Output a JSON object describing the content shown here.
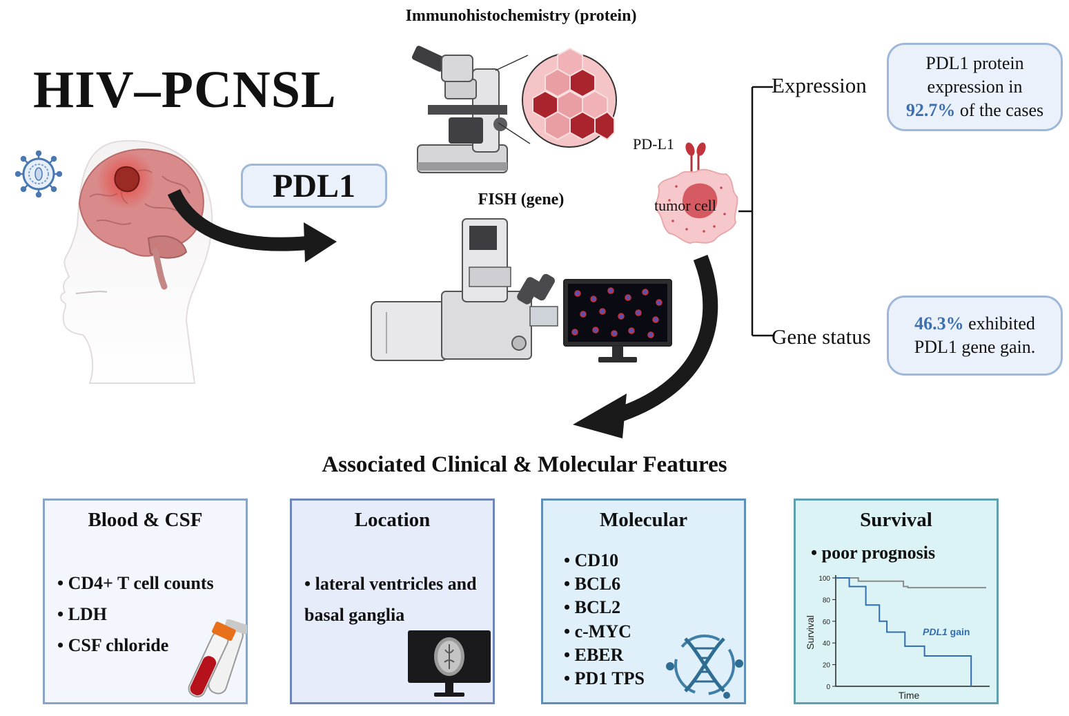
{
  "title": "HIV–PCNSL",
  "central_marker": "PDL1",
  "methods": {
    "ihc_label": "Immunohistochemistry (protein)",
    "fish_label": "FISH (gene)"
  },
  "cell": {
    "marker_label": "PD-L1",
    "cell_label": "tumor cell"
  },
  "expression": {
    "label": "Expression",
    "line1": "PDL1 protein",
    "line2": "expression in",
    "percent": "92.7%",
    "line3_rest": " of the cases"
  },
  "gene_status": {
    "label": "Gene status",
    "percent": "46.3%",
    "line1_rest": " exhibited",
    "line2": "PDL1 gene gain."
  },
  "features_title": "Associated Clinical & Molecular Features",
  "panels": {
    "blood": {
      "title": "Blood & CSF",
      "items": [
        "• CD4+ T cell counts",
        "• LDH",
        "• CSF chloride"
      ]
    },
    "location": {
      "title": "Location",
      "items": [
        "• lateral ventricles and",
        "basal ganglia"
      ]
    },
    "molecular": {
      "title": "Molecular",
      "items": [
        "• CD10",
        "• BCL6",
        "• BCL2",
        "• c-MYC",
        "• EBER",
        "• PD1 TPS"
      ]
    },
    "survival": {
      "title": "Survival",
      "items": [
        "• poor prognosis"
      ]
    }
  },
  "chart_data": {
    "type": "line",
    "xlabel": "Time",
    "ylabel": "Survival",
    "ylim": [
      0,
      100
    ],
    "yticks": [
      "0",
      "20",
      "40",
      "60",
      "80",
      "100"
    ],
    "series": [
      {
        "name": "",
        "color": "#8a8a8a",
        "x": [
          0,
          15,
          15,
          45,
          45,
          48,
          48,
          100
        ],
        "y": [
          100,
          100,
          97,
          97,
          92,
          92,
          91,
          91
        ]
      },
      {
        "name": "PDL1 gain",
        "color": "#2f6db0",
        "x": [
          0,
          9,
          9,
          20,
          20,
          29,
          29,
          34,
          34,
          46,
          46,
          59,
          59,
          90,
          90
        ],
        "y": [
          100,
          100,
          92,
          92,
          75,
          75,
          60,
          60,
          50,
          50,
          37,
          37,
          28,
          28,
          0
        ]
      }
    ],
    "annotation_italic": "PDL1",
    "annotation_rest": " gain"
  },
  "colors": {
    "accent_blue": "#3b6fb0",
    "box_border": "#9fb7d8",
    "box_fill": "#eaf1fb",
    "tumor_red": "#d9534f"
  }
}
